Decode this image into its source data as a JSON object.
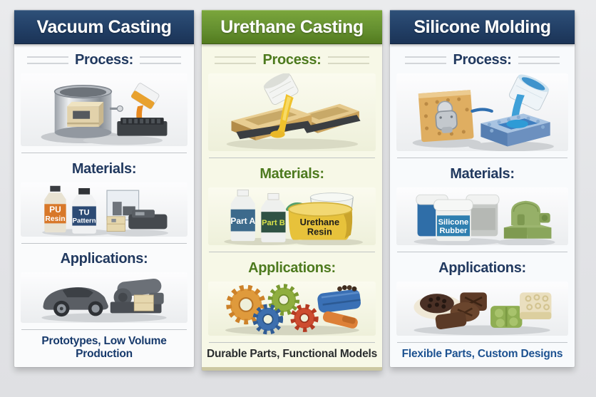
{
  "page": {
    "background": "#e3e4e6",
    "type": "comparison-infographic"
  },
  "columns": [
    {
      "title": "Vacuum Casting",
      "process_label": "Process:",
      "materials_label": "Materials:",
      "applications_label": "Applications:",
      "footer": "Prototypes, Low Volume Production",
      "materials_text": {
        "bottle1_line1": "PU",
        "bottle1_line2": "Resin",
        "bottle2_line1": "TU",
        "bottle2_line2": "Pattern"
      },
      "colors": {
        "header": "#223f66",
        "section_label": "#21395f",
        "footer_text": "#16396b",
        "body": "#fafbfc"
      }
    },
    {
      "title": "Urethane Casting",
      "process_label": "Process:",
      "materials_label": "Materials:",
      "applications_label": "Applications:",
      "footer": "Durable Parts, Functional Models",
      "materials_text": {
        "bottle1": "Part A",
        "bottle2": "Part B",
        "container_line1": "Urethane",
        "container_line2": "Resin"
      },
      "colors": {
        "header": "#659030",
        "section_label": "#4d7a1e",
        "footer_text": "#2a2d2f",
        "body": "#f7f8e7"
      }
    },
    {
      "title": "Silicone Molding",
      "process_label": "Process:",
      "materials_label": "Materials:",
      "applications_label": "Applications:",
      "footer": "Flexible Parts, Custom Designs",
      "materials_text": {
        "jar_line1": "Silicone",
        "jar_line2": "Rubber"
      },
      "colors": {
        "header": "#223f66",
        "section_label": "#21395f",
        "footer_text": "#1d5291",
        "body": "#f8fafc"
      }
    }
  ]
}
